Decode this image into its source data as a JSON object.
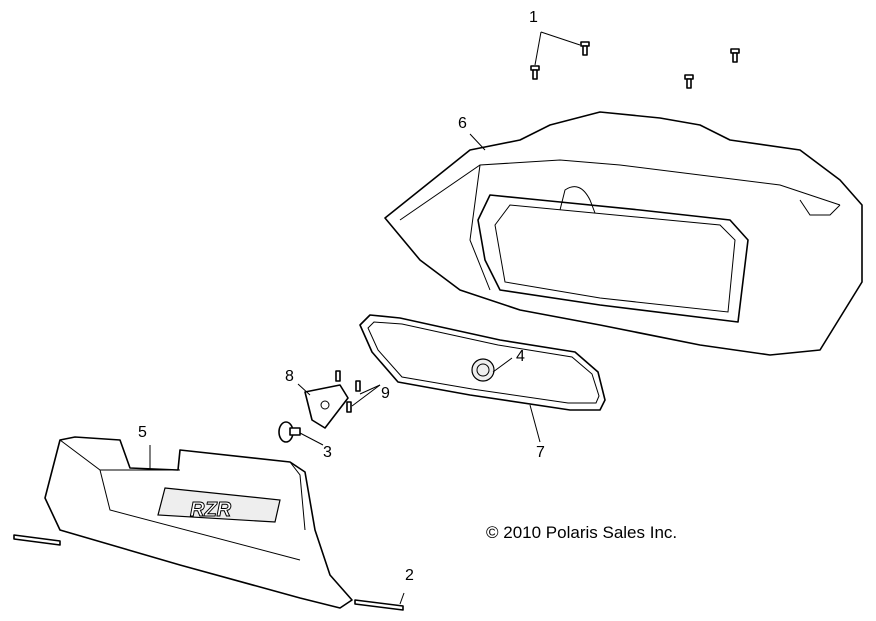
{
  "callouts": [
    "1",
    "2",
    "3",
    "4",
    "5",
    "6",
    "7",
    "8",
    "9"
  ],
  "copyright": "© 2010 Polaris Sales Inc.",
  "logo_text": "RZR"
}
